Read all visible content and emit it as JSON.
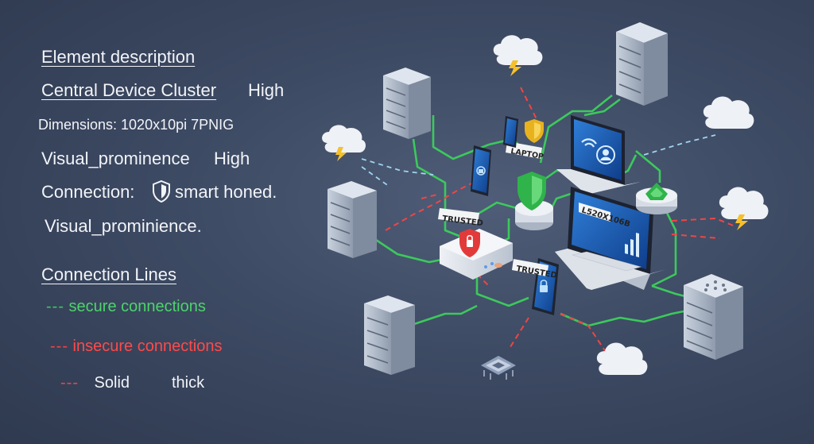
{
  "legend": {
    "heading": "Element description",
    "cluster_label": "Central Device Cluster",
    "cluster_value": "High",
    "dimensions": "Dimensions: 1020x10pi 7PNIG",
    "prominence1_label": "Visual_prominence",
    "prominence1_value": "High",
    "connection_label": "Connection:",
    "connection_value": "smart honed.",
    "prominence2": "Visual_prominience.",
    "lines_heading": "Connection Lines",
    "secure_dash": "---",
    "secure_text": "secure connections",
    "insecure_dash": "---",
    "insecure_text": "insecure connections",
    "solid_dash": "---",
    "solid_text": "Solid",
    "thick_text": "thick"
  },
  "diagram": {
    "tag_laptop": "LAPTOP",
    "tag_trusted_router": "TRUSTED",
    "tag_trusted_phone": "TRUSTED",
    "tag_screen": "L520X106B"
  },
  "colors": {
    "background": "#3d4a63",
    "secure": "#3cc95c",
    "insecure": "#f04545",
    "info_dash": "#9fd4f0"
  },
  "icons": [
    "shield-icon",
    "cloud-icon",
    "lightning-icon",
    "server-icon",
    "laptop-icon",
    "smartphone-icon",
    "router-icon",
    "chip-icon",
    "wifi-icon",
    "user-icon",
    "bar-chart-icon"
  ]
}
